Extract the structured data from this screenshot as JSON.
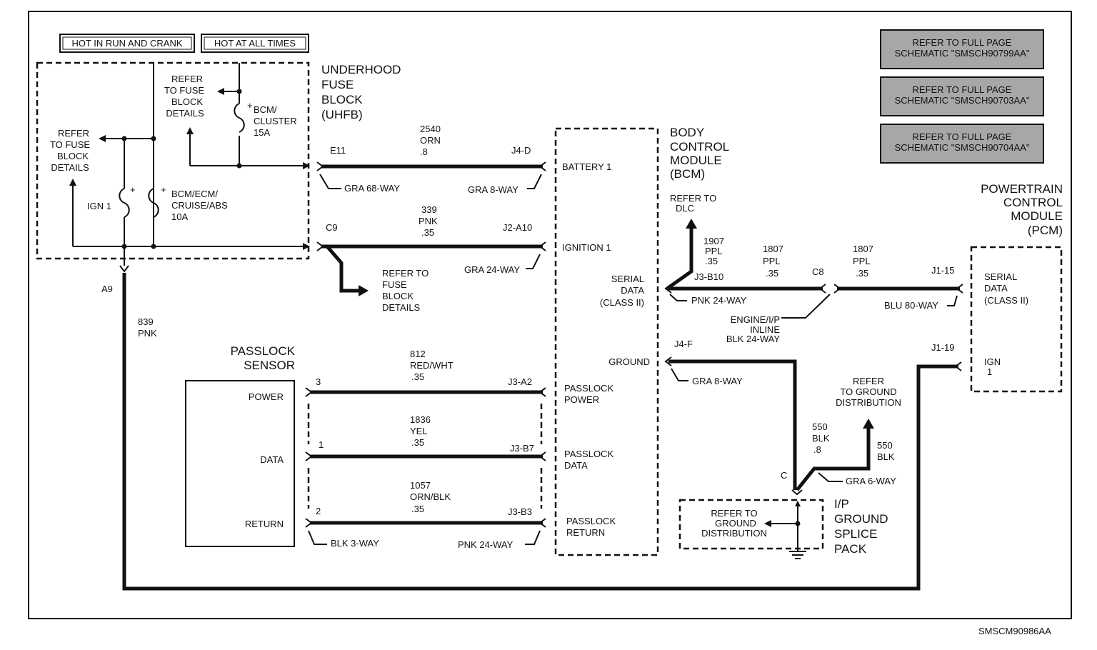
{
  "legend": {
    "hot_run_crank": "HOT IN RUN AND CRANK",
    "hot_all_times": "HOT AT ALL TIMES"
  },
  "refs": {
    "r1": [
      "REFER TO FULL PAGE",
      "SCHEMATIC \"SMSCH90799AA\""
    ],
    "r2": [
      "REFER TO FULL PAGE",
      "SCHEMATIC \"SMSCH90703AA\""
    ],
    "r3": [
      "REFER TO FULL PAGE",
      "SCHEMATIC \"SMSCH90704AA\""
    ]
  },
  "uhfb": {
    "title": [
      "UNDERHOOD",
      "FUSE",
      "BLOCK",
      "(UHFB)"
    ],
    "refer_a": [
      "REFER",
      "TO FUSE",
      "BLOCK",
      "DETAILS"
    ],
    "refer_b": [
      "REFER",
      "TO FUSE",
      "BLOCK",
      "DETAILS"
    ],
    "fuse_cluster": [
      "BCM/",
      "CLUSTER",
      "15A"
    ],
    "fuse_ecm": [
      "BCM/ECM/",
      "CRUISE/ABS",
      "10A"
    ],
    "ign": "IGN 1",
    "plus": "+"
  },
  "wires": {
    "w2540": [
      "2540",
      "ORN",
      ".8"
    ],
    "w339": [
      "339",
      "PNK",
      ".35"
    ],
    "w839": [
      "839",
      "PNK"
    ],
    "w812": [
      "812",
      "RED/WHT",
      ".35"
    ],
    "w1836": [
      "1836",
      "YEL",
      ".35"
    ],
    "w1057": [
      "1057",
      "ORN/BLK",
      ".35"
    ],
    "w1907": [
      "1907",
      "PPL",
      ".35"
    ],
    "w1807a": [
      "1807",
      "PPL",
      ".35"
    ],
    "w1807b": [
      "1807",
      "PPL",
      ".35"
    ],
    "w550a": [
      "550",
      "BLK",
      ".8"
    ],
    "w550b": [
      "550",
      "BLK"
    ]
  },
  "pins": {
    "e11": "E11",
    "c9": "C9",
    "a9": "A9",
    "j4d": "J4-D",
    "j2a10": "J2-A10",
    "j3b10": "J3-B10",
    "c8": "C8",
    "j115": "J1-15",
    "j119": "J1-19",
    "j4f": "J4-F",
    "j3a2": "J3-A2",
    "j3b7": "J3-B7",
    "j3b3": "J3-B3",
    "p3": "3",
    "p1": "1",
    "p2": "2",
    "c": "C"
  },
  "connectors": {
    "gra68": "GRA 68-WAY",
    "gra8a": "GRA 8-WAY",
    "gra24": "GRA 24-WAY",
    "pnk24a": "PNK 24-WAY",
    "blu80": "BLU 80-WAY",
    "gra8b": "GRA 8-WAY",
    "blk3": "BLK 3-WAY",
    "pnk24b": "PNK 24-WAY",
    "gra6": "GRA 6-WAY",
    "inline": [
      "ENGINE/I/P",
      "INLINE",
      "BLK 24-WAY"
    ]
  },
  "refer_fuse_c9": [
    "REFER TO",
    "FUSE",
    "BLOCK",
    "DETAILS"
  ],
  "bcm": {
    "title": [
      "BODY",
      "CONTROL",
      "MODULE",
      "(BCM)"
    ],
    "battery": "BATTERY 1",
    "ignition": "IGNITION 1",
    "serial": [
      "SERIAL",
      "DATA",
      "(CLASS II)"
    ],
    "ground": "GROUND",
    "pl_power": [
      "PASSLOCK",
      "POWER"
    ],
    "pl_data": [
      "PASSLOCK",
      "DATA"
    ],
    "pl_return": [
      "PASSLOCK",
      "RETURN"
    ],
    "refer_dlc": [
      "REFER TO",
      "DLC"
    ]
  },
  "pcm": {
    "title": [
      "POWERTRAIN",
      "CONTROL",
      "MODULE",
      "(PCM)"
    ],
    "serial": [
      "SERIAL",
      "DATA",
      "(CLASS II)"
    ],
    "ign": [
      "IGN",
      "1"
    ]
  },
  "passlock": {
    "title": [
      "PASSLOCK",
      "SENSOR"
    ],
    "power": "POWER",
    "data": "DATA",
    "return": "RETURN"
  },
  "ground": {
    "refer_dist": [
      "REFER",
      "TO GROUND",
      "DISTRIBUTION"
    ],
    "splice_refer": [
      "REFER TO",
      "GROUND",
      "DISTRIBUTION"
    ],
    "splice_title": [
      "I/P",
      "GROUND",
      "SPLICE",
      "PACK"
    ]
  },
  "footer": "SMSCM90986AA"
}
